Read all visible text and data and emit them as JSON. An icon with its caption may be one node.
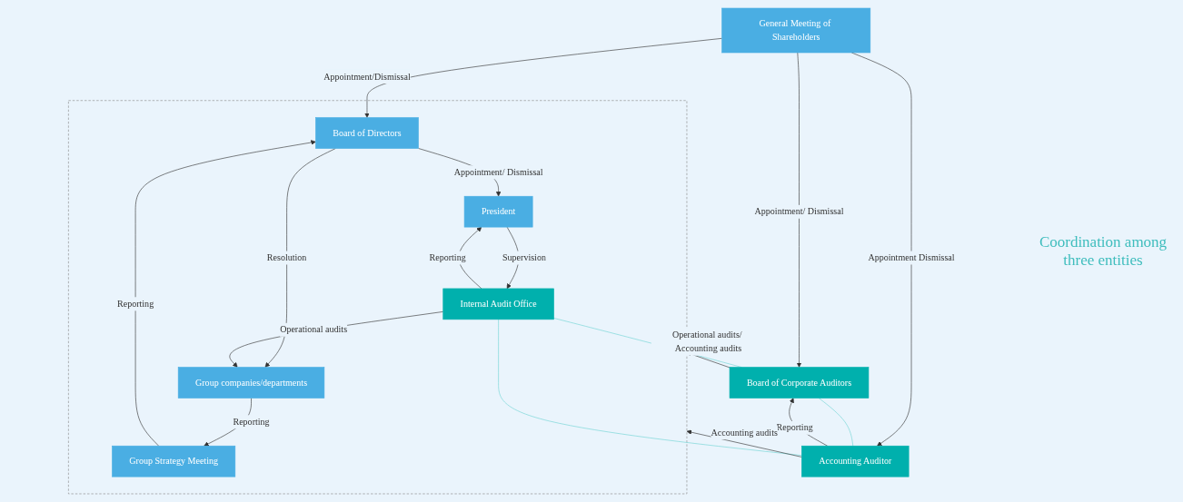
{
  "diagram": {
    "nodes": [
      {
        "text": [
          "General Meeting of Shareholders"
        ]
      },
      {
        "text": [],
        "shape": "box"
      },
      {
        "text": [
          "Board of Directors"
        ],
        "in": 1
      },
      {
        "text": [
          "President"
        ],
        "in": 1
      },
      {
        "text": [
          "Group Strategy Meeting"
        ],
        "in": 1
      },
      {
        "text": [
          "Group companies/departments"
        ],
        "in": 1
      },
      {
        "text": [
          "Internal Audit Office"
        ],
        "in": 1
      },
      {
        "text": [
          "Board of Corporate Auditors"
        ]
      },
      {
        "text": [
          "Accounting Auditor"
        ]
      }
    ],
    "edges": [
      {
        "from": 0,
        "to": 2,
        "arrow": "to",
        "label": "Appointment/Dismissal"
      },
      {
        "from": 2,
        "to": 3,
        "arrow": "to",
        "label": "Appointment/ Dismissal"
      },
      {
        "from": 0,
        "to": 7,
        "arrow": "to",
        "label": "Appointment/ Dismissal"
      },
      {
        "from": 0,
        "to": 8,
        "arrow": "to",
        "label": "Appointment Dismissal"
      },
      {
        "from": 2,
        "to": 5,
        "arrow": "to",
        "label": "Resolution"
      },
      {
        "from": 4,
        "to": 2,
        "arrow": "to",
        "label": "Reporting"
      },
      {
        "from": 5,
        "to": 4,
        "arrow": "to",
        "label": "Reporting"
      },
      {
        "from": 3,
        "to": 6,
        "arrow": "to",
        "label": "Supervision"
      },
      {
        "from": 6,
        "to": 3,
        "arrow": "to",
        "label": "Reporting"
      },
      {
        "from": 6,
        "to": 5,
        "arrow": "to",
        "label": "Operational audits"
      },
      {
        "from": 7,
        "to": 1,
        "arrow": "to",
        "label": "Operational audits/ Accounting audits"
      },
      {
        "from": 8,
        "to": 7,
        "arrow": "to",
        "label": "Reporting"
      },
      {
        "from": 8,
        "to": 1,
        "arrow": "to",
        "label": "Accounting audits"
      },
      {
        "from": 6,
        "to": 7,
        "arrow": "none",
        "color": "#6fd3d3"
      },
      {
        "from": 6,
        "to": 8,
        "arrow": "none",
        "color": "#6fd3d3"
      },
      {
        "from": 7,
        "to": 8,
        "arrow": "none",
        "color": "#6fd3d3"
      }
    ],
    "labels": [
      "Coordination among three entities"
    ]
  }
}
